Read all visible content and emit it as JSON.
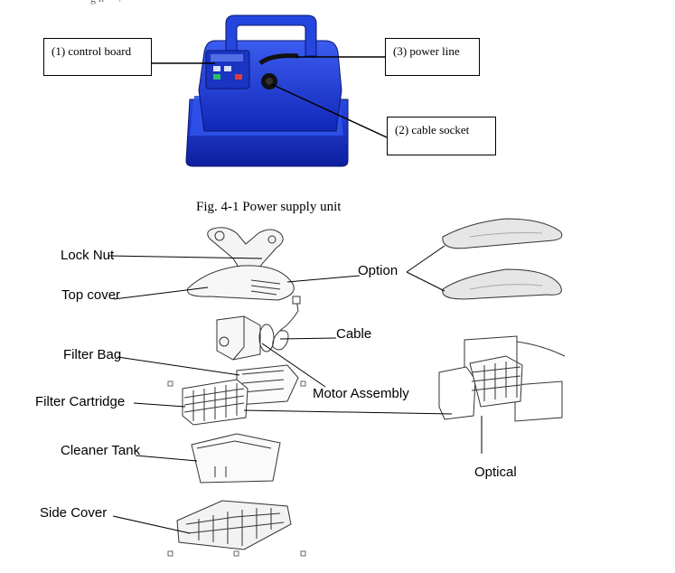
{
  "figure_top": {
    "callouts": {
      "control_board": "(1) control board",
      "power_line": "(3) power line",
      "cable_socket": "(2) cable socket"
    },
    "caption": "Fig. 4-1 Power supply unit",
    "colors": {
      "unit_blue": "#1f3fd8",
      "unit_dark": "#0a1a8a"
    }
  },
  "figure_bottom": {
    "labels": {
      "lock_nut": "Lock Nut",
      "top_cover": "Top cover",
      "filter_bag": "Filter Bag",
      "filter_cartridge": "Filter Cartridge",
      "cleaner_tank": "Cleaner Tank",
      "side_cover": "Side Cover",
      "option": "Option",
      "cable": "Cable",
      "motor_assembly": "Motor Assembly",
      "optical": "Optical"
    }
  }
}
